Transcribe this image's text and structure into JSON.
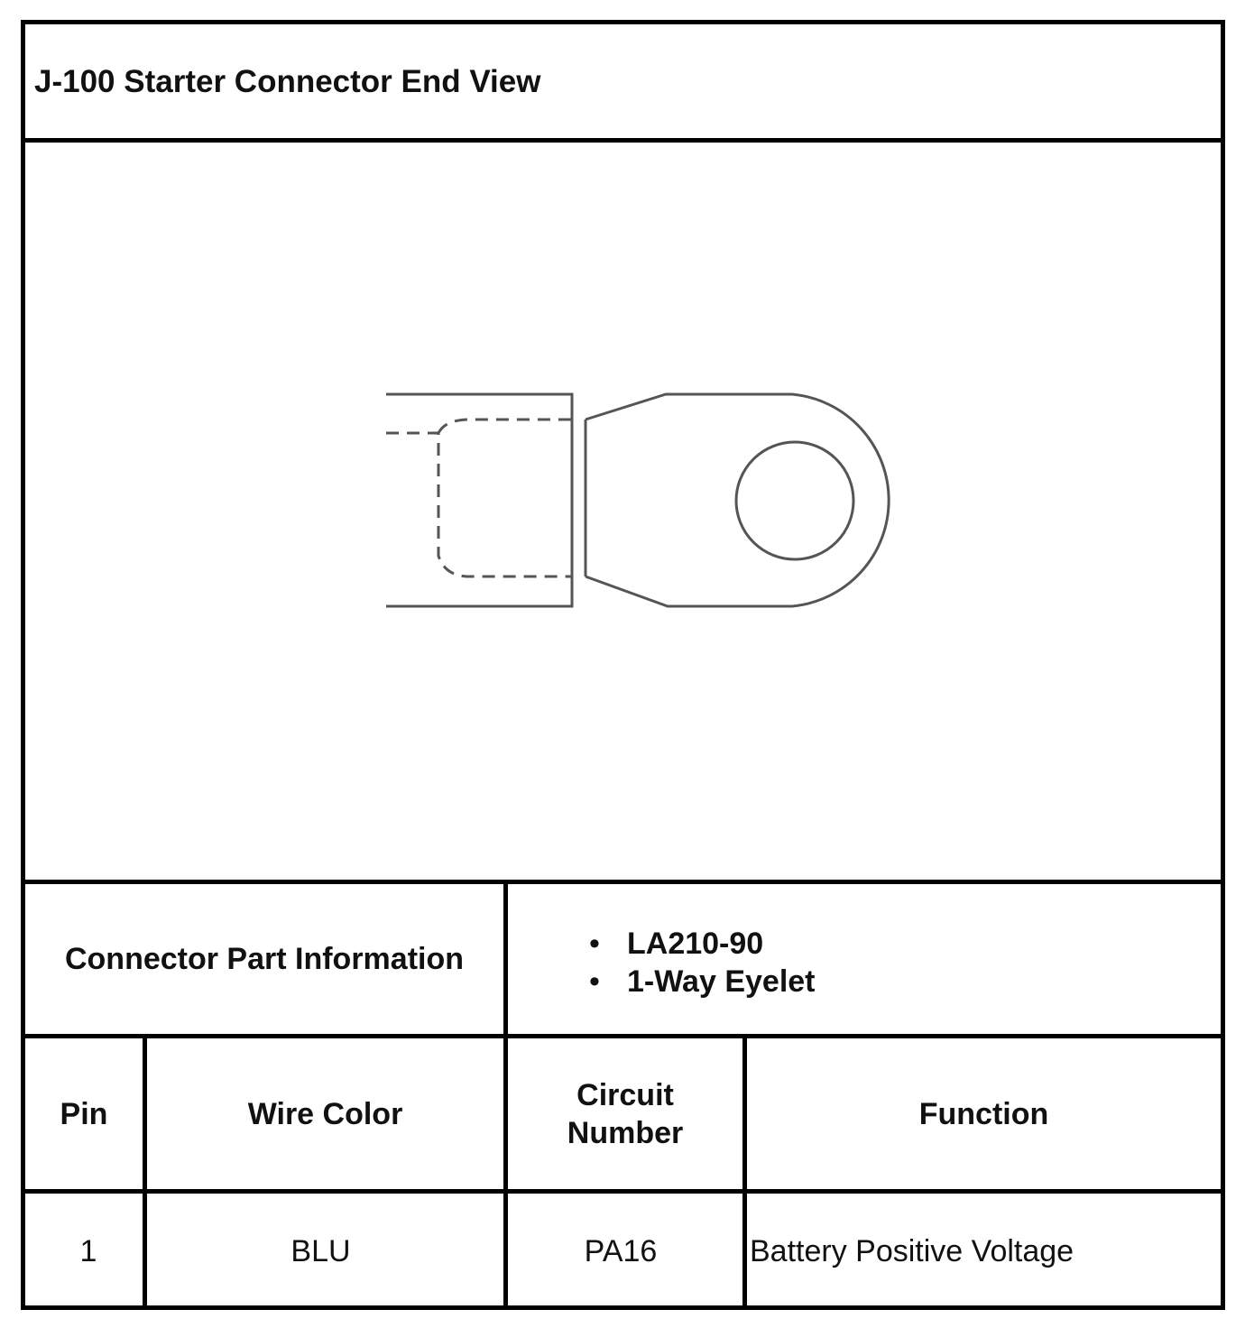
{
  "title": "J-100 Starter Connector End View",
  "diagram": {
    "component": "eyelet-terminal",
    "line_color": "#555555"
  },
  "connector_info": {
    "label": "Connector Part Information",
    "items": [
      "LA210-90",
      "1-Way Eyelet"
    ],
    "bullet": "•"
  },
  "pin_table": {
    "headers": {
      "pin": "Pin",
      "wire_color": "Wire Color",
      "circuit_line1": "Circuit",
      "circuit_line2": "Number",
      "function": "Function"
    },
    "rows": [
      {
        "pin": "1",
        "wire_color": "BLU",
        "circuit": "PA16",
        "function": "Battery Positive Voltage"
      }
    ]
  }
}
